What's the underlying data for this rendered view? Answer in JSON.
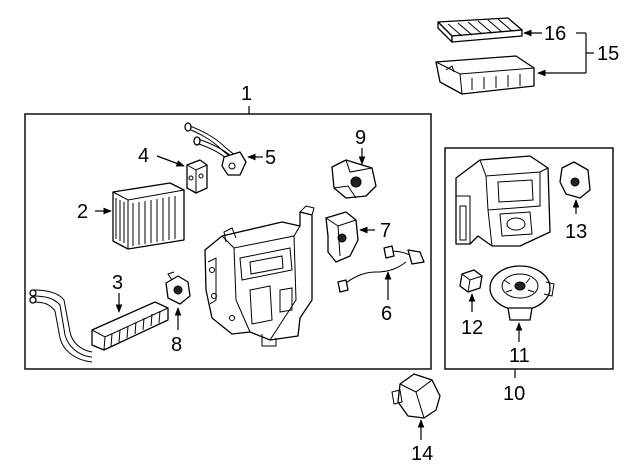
{
  "callouts": [
    {
      "id": "c1",
      "text": "1"
    },
    {
      "id": "c2",
      "text": "2"
    },
    {
      "id": "c3",
      "text": "3"
    },
    {
      "id": "c4",
      "text": "4"
    },
    {
      "id": "c5",
      "text": "5"
    },
    {
      "id": "c6",
      "text": "6"
    },
    {
      "id": "c7",
      "text": "7"
    },
    {
      "id": "c8",
      "text": "8"
    },
    {
      "id": "c9",
      "text": "9"
    },
    {
      "id": "c10",
      "text": "10"
    },
    {
      "id": "c11",
      "text": "11"
    },
    {
      "id": "c12",
      "text": "12"
    },
    {
      "id": "c13",
      "text": "13"
    },
    {
      "id": "c14",
      "text": "14"
    },
    {
      "id": "c15",
      "text": "15"
    },
    {
      "id": "c16",
      "text": "16"
    }
  ],
  "colors": {
    "line": "#000000",
    "background": "#ffffff"
  }
}
